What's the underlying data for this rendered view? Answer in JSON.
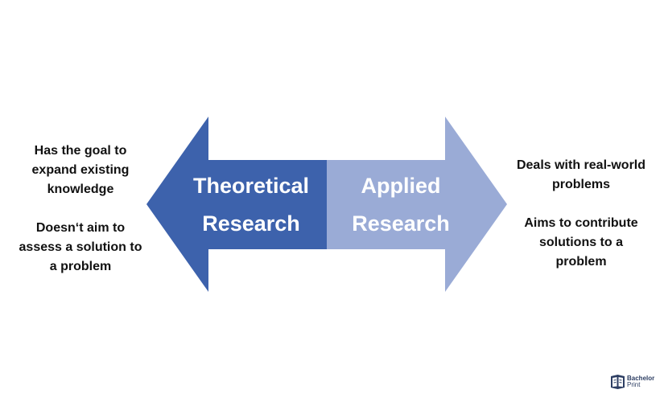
{
  "colors": {
    "left_arrow": "#3d62ac",
    "right_arrow": "#9aabd6",
    "label_text": "#ffffff",
    "side_text": "#111111",
    "logo": "#2d3e63"
  },
  "left_arrow": {
    "line1": "Theoretical",
    "line2": "Research"
  },
  "right_arrow": {
    "line1": "Applied",
    "line2": "Research"
  },
  "left_notes": {
    "para1": "Has the goal to\nexpand existing\nknowledge",
    "para2": "Doesn‘t aim to\nassess a solution to\na problem"
  },
  "right_notes": {
    "para1": "Deals with real-world\nproblems",
    "para2": "Aims to contribute\nsolutions to a\nproblem"
  },
  "logo": {
    "icon": "open-book-icon",
    "word1": "Bachelor",
    "word2": "Print"
  }
}
